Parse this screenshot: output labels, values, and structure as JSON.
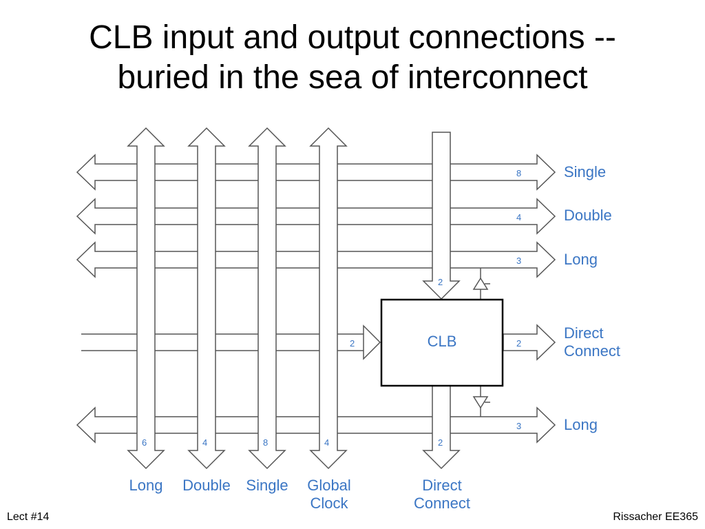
{
  "slide": {
    "title_line1": "CLB input and output connections --",
    "title_line2": "buried in the sea of interconnect",
    "footer_left": "Lect #14",
    "footer_right": "Rissacher EE365"
  },
  "diagram": {
    "clb_label": "CLB",
    "vertical_buses": [
      {
        "id": "long",
        "label_line1": "Long",
        "label_line2": "",
        "width": "6"
      },
      {
        "id": "double",
        "label_line1": "Double",
        "label_line2": "",
        "width": "4"
      },
      {
        "id": "single",
        "label_line1": "Single",
        "label_line2": "",
        "width": "8"
      },
      {
        "id": "global-clock",
        "label_line1": "Global",
        "label_line2": "Clock",
        "width": "4"
      }
    ],
    "direct_connect_bottom": {
      "label_line1": "Direct",
      "label_line2": "Connect",
      "width": "2"
    },
    "direct_connect_top": {
      "width": "2"
    },
    "horizontal_buses": [
      {
        "id": "single",
        "label_line1": "Single",
        "label_line2": "",
        "width": "8"
      },
      {
        "id": "double",
        "label_line1": "Double",
        "label_line2": "",
        "width": "4"
      },
      {
        "id": "long-top",
        "label_line1": "Long",
        "label_line2": "",
        "width": "3"
      },
      {
        "id": "direct-connect",
        "label_line1": "Direct",
        "label_line2": "Connect",
        "width": "2"
      },
      {
        "id": "long-bottom",
        "label_line1": "Long",
        "label_line2": "",
        "width": "3"
      }
    ],
    "clb_input_width": "2",
    "colors": {
      "label": "#3b76c4",
      "line": "#555555"
    }
  }
}
